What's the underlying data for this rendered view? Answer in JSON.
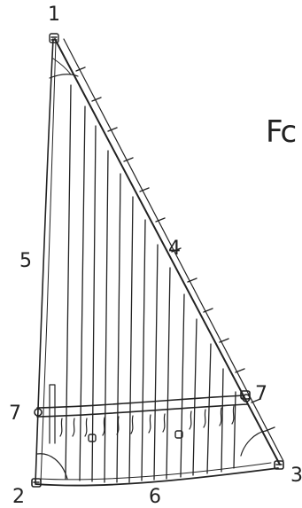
{
  "labels": {
    "head": "1",
    "tack": "2",
    "clew": "3",
    "leech": "4",
    "luff": "5",
    "foot": "6",
    "batten_left": "7",
    "batten_right": "7",
    "side_note": "Fc"
  },
  "colors": {
    "ink": "#222222",
    "background": "#ffffff"
  }
}
